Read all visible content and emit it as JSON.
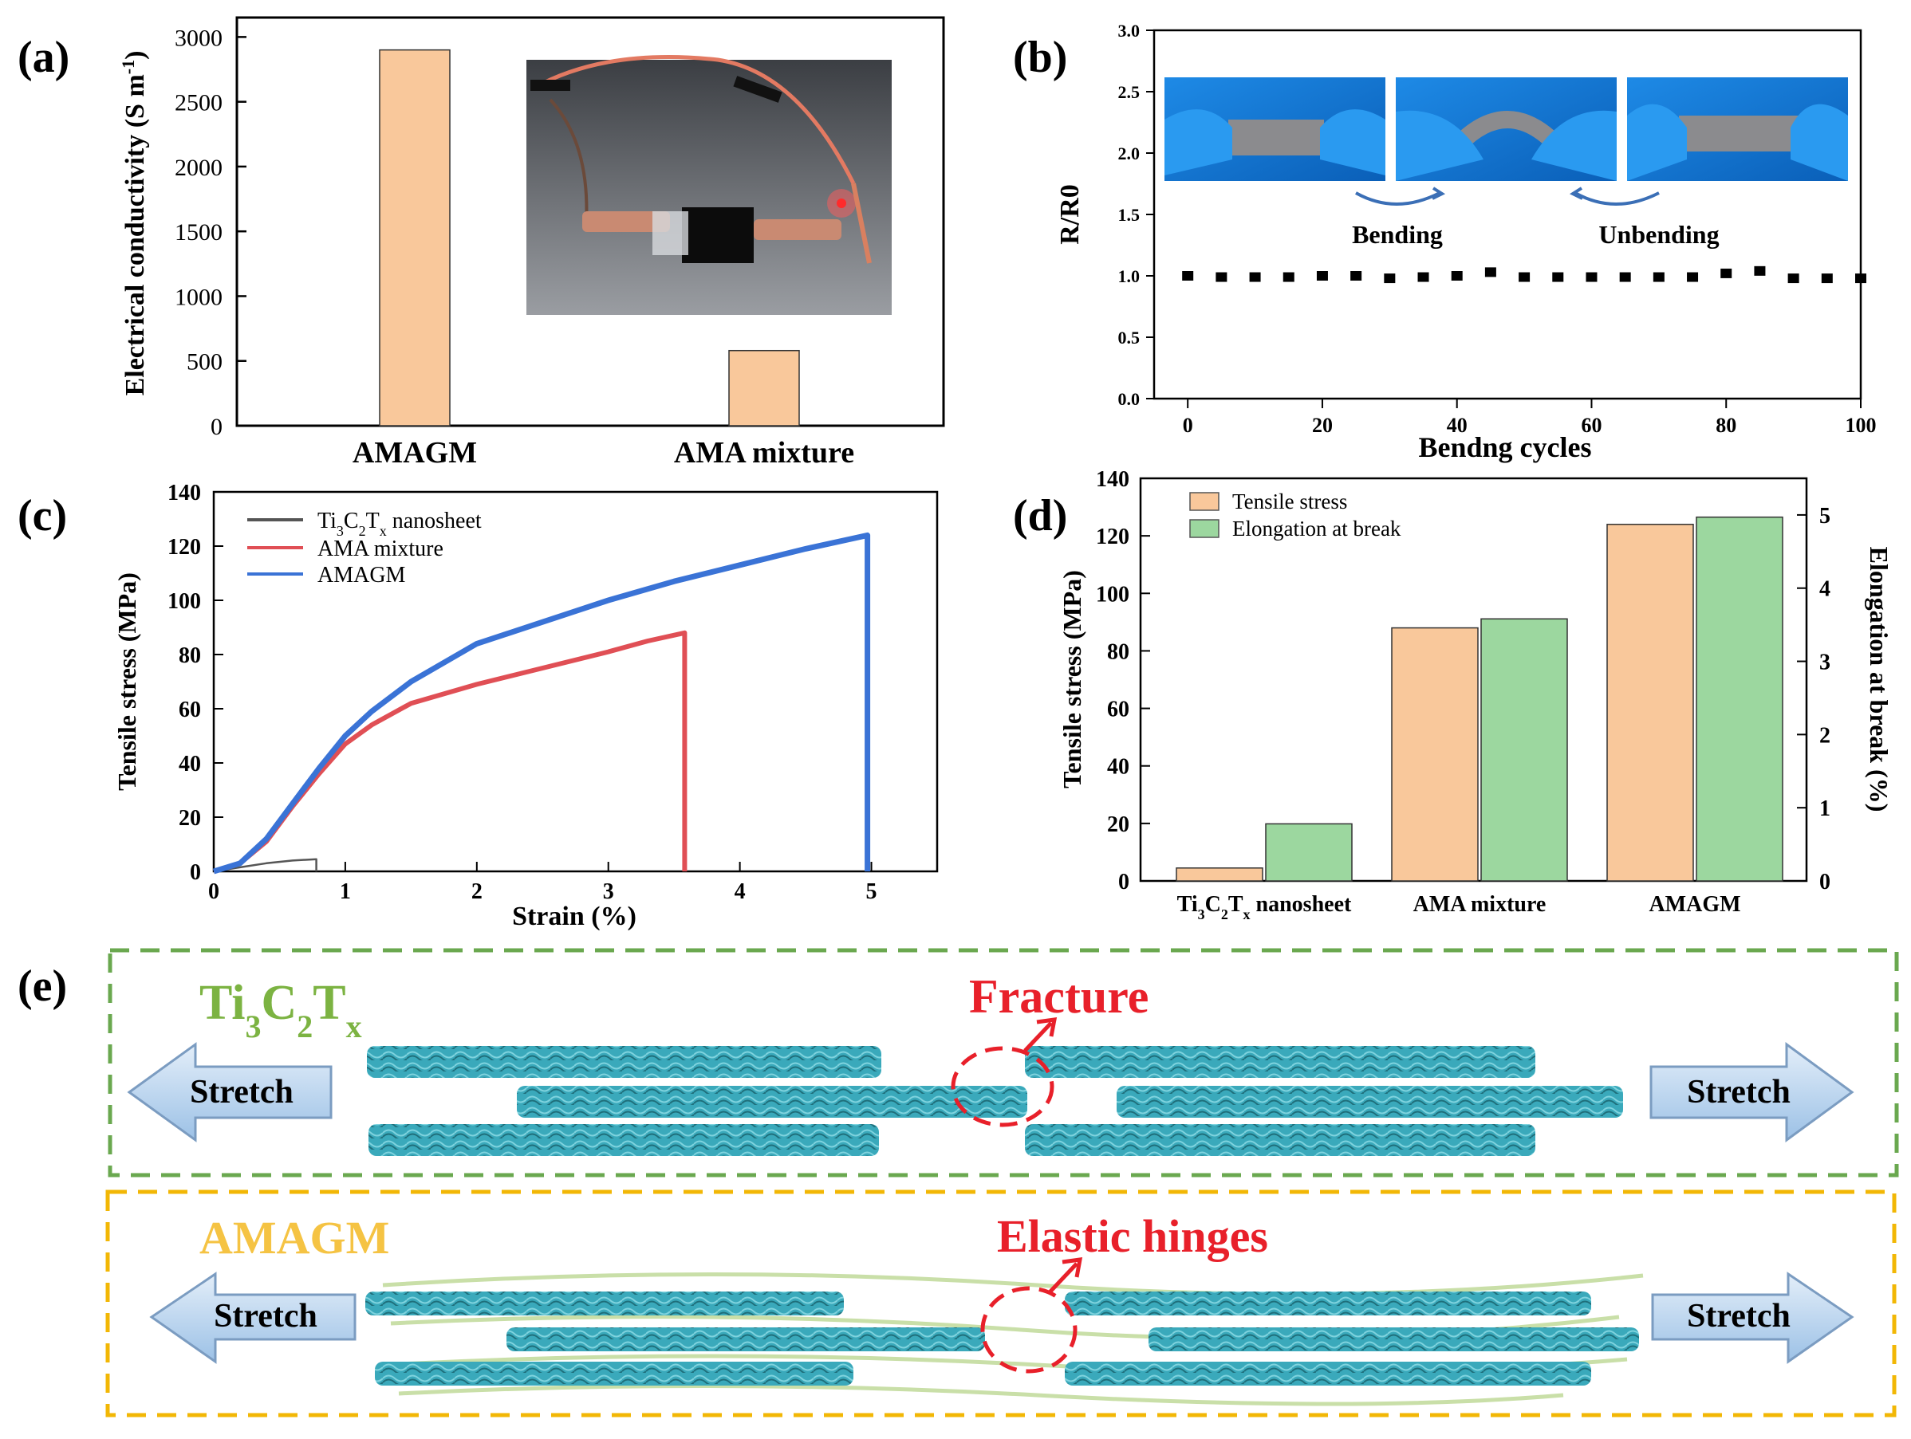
{
  "colors": {
    "bar_orange": "#f9c89b",
    "bar_green": "#9cd79f",
    "line_blue": "#3a73d6",
    "line_red": "#e04f55",
    "line_gray": "#555555",
    "fracture_red": "#e8202a",
    "box_green": "#6aa84f",
    "box_yellow": "#f2b705",
    "title_green": "#7cb342",
    "title_yellow": "#f5c343",
    "arrow_fill": "#bcd6ef",
    "sheet": "#3aa9bb",
    "polymer": "#c9dfa8"
  },
  "panels": {
    "a": {
      "label": "(a)",
      "photo_name": "photo-led-circuit",
      "chart": {
        "type": "bar",
        "categories": [
          "AMAGM",
          "AMA mixture"
        ],
        "values": [
          2900,
          580
        ],
        "ylabel": "Electrical conductivity (S m",
        "ylabel_sup": "-1",
        "ylabel_end": ")",
        "ylim": [
          0,
          3000
        ],
        "yticks": [
          0,
          500,
          1000,
          1500,
          2000,
          2500,
          3000
        ],
        "legend": "none",
        "grid": false
      }
    },
    "b": {
      "label": "(b)",
      "photo_captions": [
        "Bending",
        "Unbending"
      ],
      "chart": {
        "type": "scatter",
        "xlabel": "Bendng cycles",
        "ylabel": "R/R0",
        "xlim": [
          -5,
          100
        ],
        "ylim": [
          0,
          3.0
        ],
        "xticks": [
          0,
          20,
          40,
          60,
          80,
          100
        ],
        "yticks": [
          "0.0",
          "0.5",
          "1.0",
          "1.5",
          "2.0",
          "2.5",
          "3.0"
        ],
        "x": [
          0,
          5,
          10,
          15,
          20,
          25,
          30,
          35,
          40,
          45,
          50,
          55,
          60,
          65,
          70,
          75,
          80,
          85,
          90,
          95,
          100
        ],
        "y": [
          1.0,
          0.99,
          0.99,
          0.99,
          1.0,
          1.0,
          0.98,
          0.99,
          1.0,
          1.03,
          0.99,
          0.99,
          0.99,
          0.99,
          0.99,
          0.99,
          1.02,
          1.04,
          0.98,
          0.98,
          0.98
        ],
        "legend": "none",
        "grid": false
      }
    },
    "c": {
      "label": "(c)",
      "chart": {
        "type": "line",
        "xlabel": "Strain (%)",
        "ylabel": "Tensile stress (MPa)",
        "xlim": [
          0,
          5.5
        ],
        "ylim": [
          0,
          140
        ],
        "xticks": [
          0,
          1,
          2,
          3,
          4,
          5
        ],
        "yticks": [
          0,
          20,
          40,
          60,
          80,
          100,
          120,
          140
        ],
        "legend": "top-left",
        "series": [
          {
            "name_main": "Ti",
            "name_parts": [
              [
                "Ti",
                "3"
              ],
              [
                "C",
                "2"
              ],
              [
                "T",
                "x"
              ]
            ],
            "name_suffix": " nanosheet",
            "x": [
              0,
              0.2,
              0.4,
              0.6,
              0.78,
              0.78
            ],
            "y": [
              0,
              1.5,
              3.0,
              4.0,
              4.5,
              0
            ]
          },
          {
            "name": "AMA mixture",
            "x": [
              0,
              0.2,
              0.4,
              0.6,
              0.8,
              1.0,
              1.2,
              1.5,
              2.0,
              2.5,
              3.0,
              3.3,
              3.58,
              3.58
            ],
            "y": [
              0,
              3,
              11,
              24,
              36,
              47,
              54,
              62,
              69,
              75,
              81,
              85,
              88,
              0
            ]
          },
          {
            "name": "AMAGM",
            "x": [
              0,
              0.2,
              0.4,
              0.6,
              0.8,
              1.0,
              1.2,
              1.5,
              2.0,
              2.5,
              3.0,
              3.5,
              4.0,
              4.5,
              4.97,
              4.97
            ],
            "y": [
              0,
              3,
              12,
              25,
              38,
              50,
              59,
              70,
              84,
              92,
              100,
              107,
              113,
              119,
              124,
              0
            ]
          }
        ]
      }
    },
    "d": {
      "label": "(d)",
      "chart": {
        "type": "bar",
        "categories": [
          "nanosheet",
          "AMA mixture",
          "AMAGM"
        ],
        "category_prefix_parts": [
          [
            "Ti",
            "3"
          ],
          [
            "C",
            "2"
          ],
          [
            "T",
            "x"
          ]
        ],
        "ylabel": "Tensile stress (MPa)",
        "y2label": "Elongation at break (%)",
        "ylim": [
          0,
          140
        ],
        "y2lim": [
          0,
          5.5
        ],
        "yticks": [
          0,
          20,
          40,
          60,
          80,
          100,
          120,
          140
        ],
        "y2ticks": [
          0,
          1,
          2,
          3,
          4,
          5
        ],
        "legend": "top-left",
        "series": [
          {
            "name": "Tensile stress",
            "values": [
              4.5,
              88,
              124
            ],
            "axis": "left"
          },
          {
            "name": "Elongation at break",
            "values": [
              0.78,
              3.58,
              4.97
            ],
            "axis": "right"
          }
        ]
      }
    },
    "e": {
      "label": "(e)",
      "top_title_parts": [
        [
          "Ti",
          "3"
        ],
        [
          "C",
          "2"
        ],
        [
          "T",
          "x"
        ]
      ],
      "top_callout": "Fracture",
      "bottom_title": "AMAGM",
      "bottom_callout": "Elastic hinges",
      "stretch_label": "Stretch"
    }
  }
}
